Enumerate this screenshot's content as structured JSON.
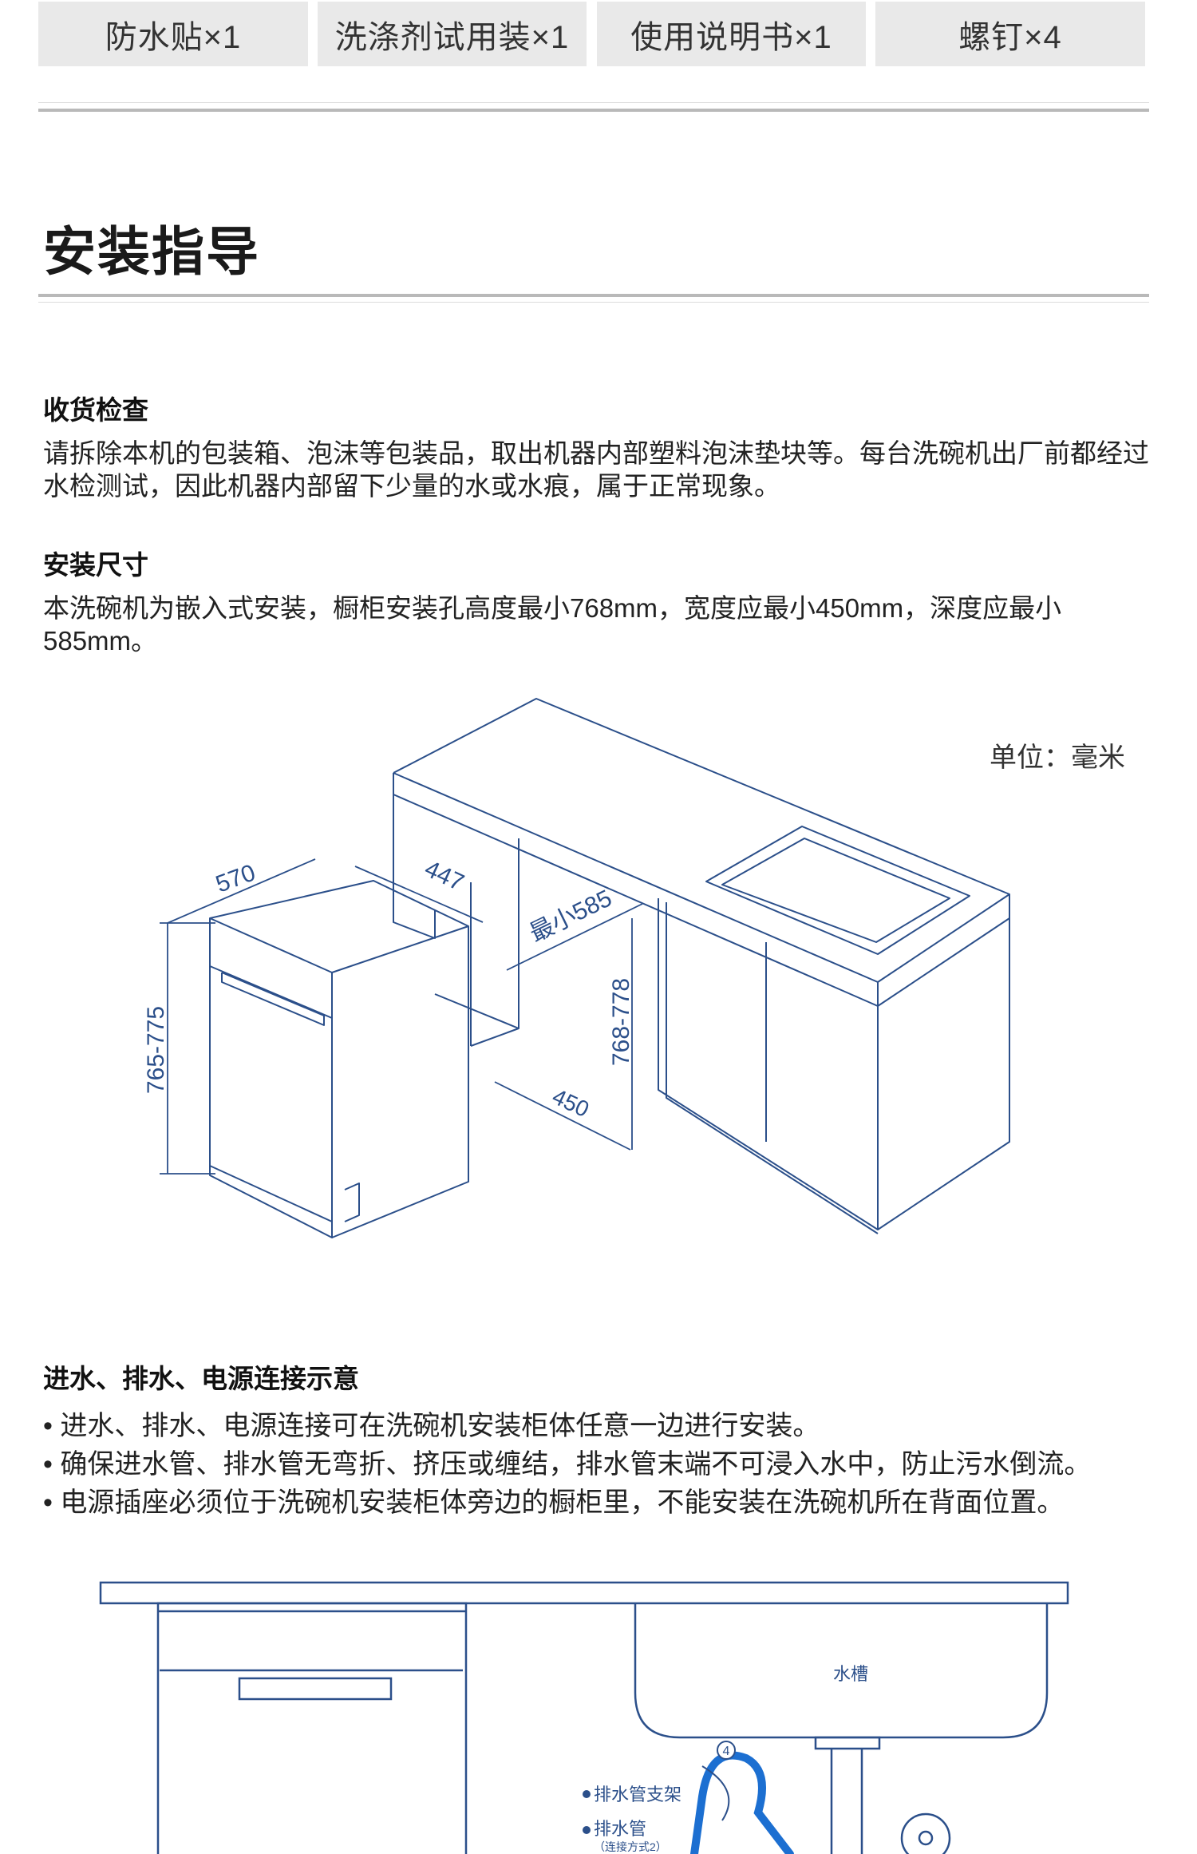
{
  "accessories": [
    "防水贴×1",
    "洗涤剂试用装×1",
    "使用说明书×1",
    "螺钉×4"
  ],
  "section_title": "安装指导",
  "receipt": {
    "heading": "收货检查",
    "text": "请拆除本机的包装箱、泡沫等包装品，取出机器内部塑料泡沫垫块等。每台洗碗机出厂前都经过水检测试，因此机器内部留下少量的水或水痕，属于正常现象。"
  },
  "size": {
    "heading": "安装尺寸",
    "text": "本洗碗机为嵌入式安装，橱柜安装孔高度最小768mm，宽度应最小450mm，深度应最小585mm。"
  },
  "diagram1": {
    "unit": "单位：毫米",
    "dim_570": "570",
    "dim_447": "447",
    "dim_min585": "最小585",
    "dim_765_775": "765-775",
    "dim_768_778": "768-778",
    "dim_450": "450",
    "line_color": "#2b4f8a"
  },
  "connection": {
    "heading": "进水、排水、电源连接示意",
    "bullets": [
      "进水、排水、电源连接可在洗碗机安装柜体任意一边进行安装。",
      "确保进水管、排水管无弯折、挤压或缠结，排水管末端不可浸入水中，防止污水倒流。",
      "电源插座必须位于洗碗机安装柜体旁边的橱柜里，不能安装在洗碗机所在背面位置。"
    ]
  },
  "diagram2": {
    "sink": "水槽",
    "hose_bracket": "排水管支架",
    "hose": "排水管",
    "hose_note": "（连接方式2）",
    "marker": "4",
    "hose_color": "#1c6fd1"
  }
}
